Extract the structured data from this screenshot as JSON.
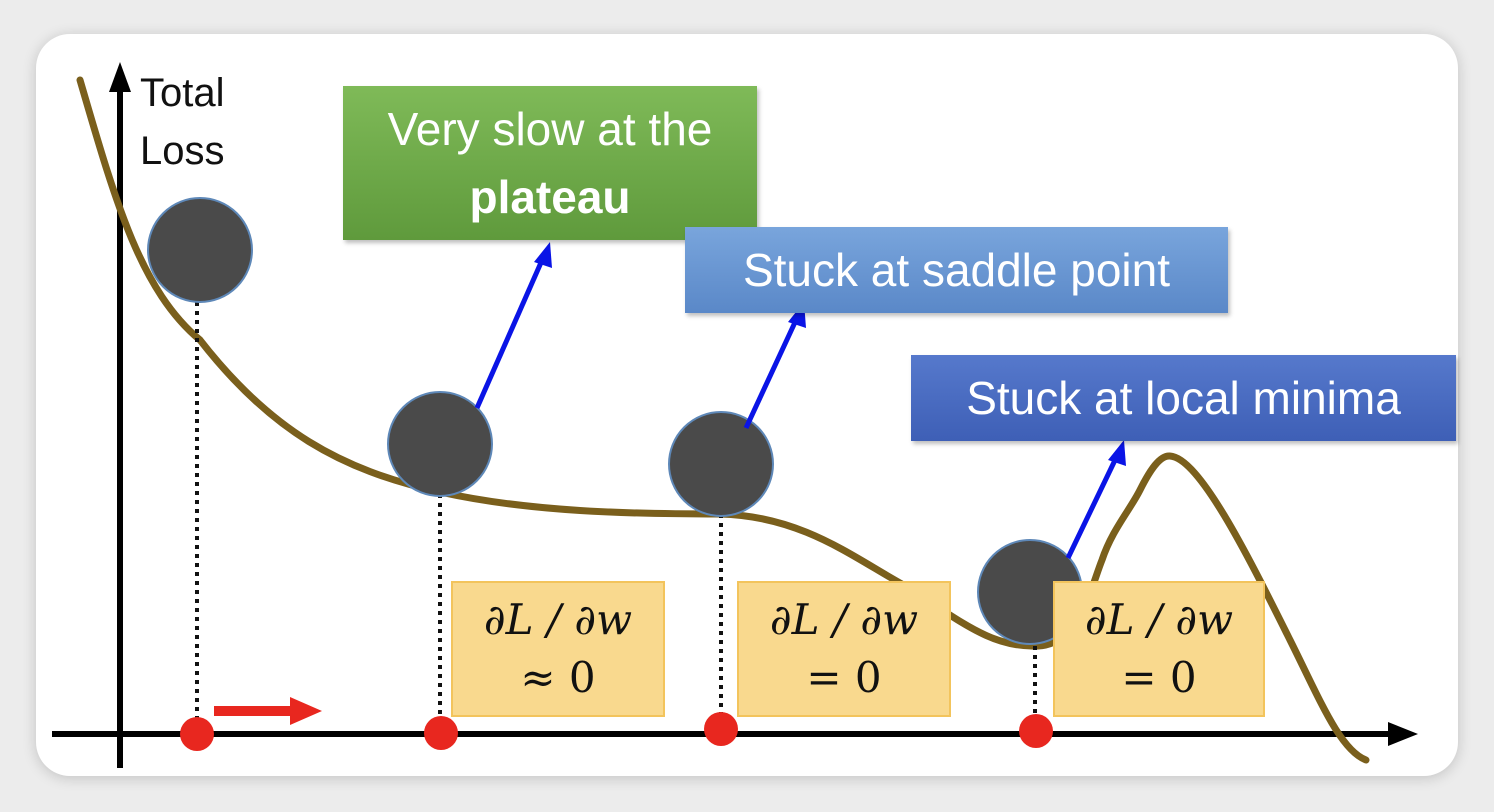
{
  "axis": {
    "y_label_line1": "Total",
    "y_label_line2": "Loss"
  },
  "callouts": {
    "plateau_line1": "Very slow at the",
    "plateau_line2": "plateau",
    "saddle": "Stuck at saddle point",
    "local_minima": "Stuck at local minima"
  },
  "gradient_boxes": [
    {
      "expr": "∂L / ∂w",
      "value": "≈ 0"
    },
    {
      "expr": "∂L / ∂w",
      "value": "= 0"
    },
    {
      "expr": "∂L / ∂w",
      "value": "= 0"
    }
  ],
  "colors": {
    "curve": "#7a5f1c",
    "ball": "#4a4a4a",
    "arrow_blue": "#0a14e6",
    "marker_red": "#e8271f",
    "plateau_box": "#6aa946",
    "saddle_box": "#6795d3",
    "minima_box": "#4668bf",
    "gradient_box": "#f9d98e"
  }
}
